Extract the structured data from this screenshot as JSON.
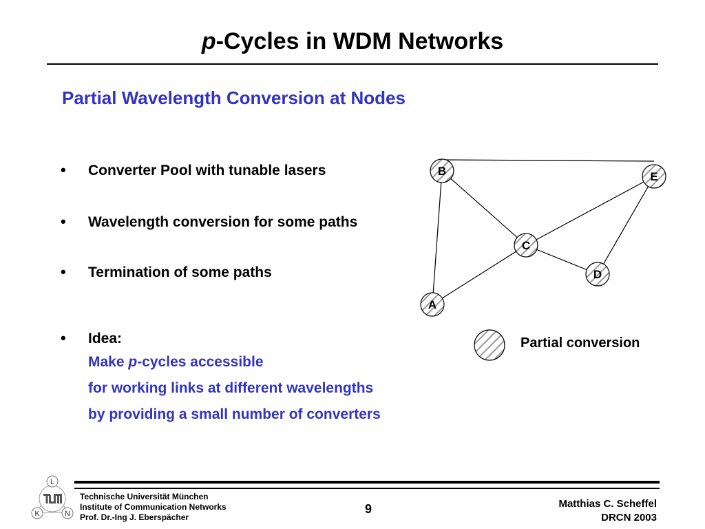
{
  "title": {
    "prefix": "p",
    "rest": "-Cycles in WDM Networks"
  },
  "subtitle": "Partial Wavelength Conversion at Nodes",
  "bullet_symbol": "•",
  "bullets": [
    "Converter Pool with tunable lasers",
    "Wavelength conversion for some paths",
    "Termination of some paths",
    "Idea:"
  ],
  "idea": {
    "line1_pre": "Make ",
    "line1_italic": "p",
    "line1_post": "-cycles accessible",
    "line2": "for working links at different wavelengths",
    "line3": "by providing a small number of converters"
  },
  "network": {
    "nodes": [
      "A",
      "B",
      "C",
      "D",
      "E"
    ],
    "links": [
      [
        "A",
        "B"
      ],
      [
        "B",
        "C"
      ],
      [
        "B",
        "E"
      ],
      [
        "C",
        "E"
      ],
      [
        "A",
        "C"
      ],
      [
        "C",
        "D"
      ],
      [
        "D",
        "E"
      ]
    ]
  },
  "legend": {
    "label": "Partial conversion"
  },
  "logo": {
    "top": "L",
    "left": "K",
    "right": "N",
    "center": "TUM"
  },
  "footer": {
    "left_lines": [
      "Technische Universität München",
      "Institute of Communication Networks",
      "Prof. Dr.-Ing J. Eberspächer"
    ],
    "page_number": "9",
    "right_lines": [
      "Matthias C. Scheffel",
      "DRCN 2003"
    ]
  },
  "colors": {
    "accent": "#3333bb",
    "text": "#000000",
    "hatch": "#999999"
  }
}
